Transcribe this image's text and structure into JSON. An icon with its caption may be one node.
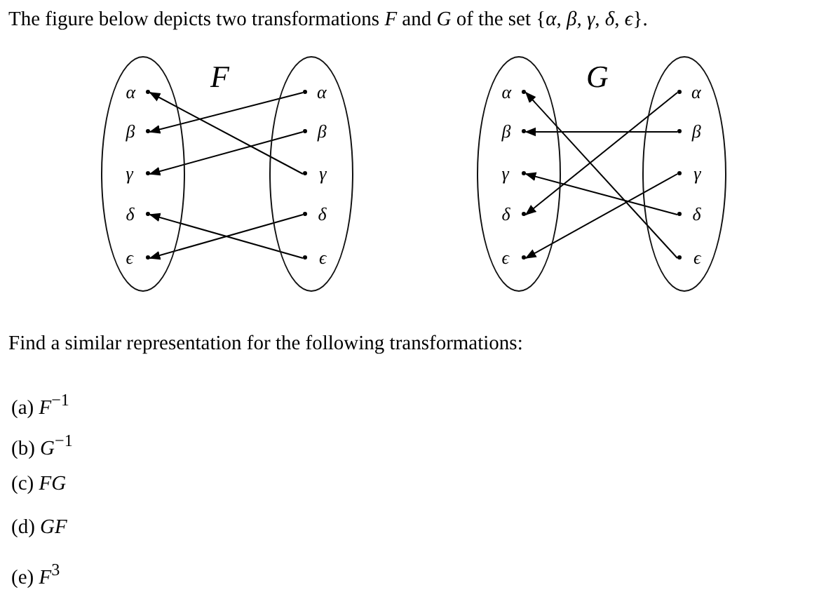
{
  "diagram": {
    "title": "The figure below depicts two transformations *F* and *G* of the set {*α*, *β*, *γ*, *δ*, *ϵ*}.",
    "nodes": [
      {
        "text": [],
        "shape": "ellipse"
      },
      {
        "text": [
          "α"
        ],
        "in": 0
      },
      {
        "text": [
          "β"
        ],
        "in": 0
      },
      {
        "text": [
          "γ"
        ],
        "in": 0
      },
      {
        "text": [
          "δ"
        ],
        "in": 0
      },
      {
        "text": [
          "ϵ"
        ],
        "in": 0
      },
      {
        "text": [],
        "shape": "ellipse"
      },
      {
        "text": [
          "α"
        ],
        "in": 6
      },
      {
        "text": [
          "β"
        ],
        "in": 6
      },
      {
        "text": [
          "γ"
        ],
        "in": 6
      },
      {
        "text": [
          "δ"
        ],
        "in": 6
      },
      {
        "text": [
          "ϵ"
        ],
        "in": 6
      },
      {
        "text": [],
        "shape": "ellipse"
      },
      {
        "text": [
          "α"
        ],
        "in": 12
      },
      {
        "text": [
          "β"
        ],
        "in": 12
      },
      {
        "text": [
          "γ"
        ],
        "in": 12
      },
      {
        "text": [
          "δ"
        ],
        "in": 12
      },
      {
        "text": [
          "ϵ"
        ],
        "in": 12
      },
      {
        "text": [],
        "shape": "ellipse"
      },
      {
        "text": [
          "α"
        ],
        "in": 18
      },
      {
        "text": [
          "β"
        ],
        "in": 18
      },
      {
        "text": [
          "γ"
        ],
        "in": 18
      },
      {
        "text": [
          "δ"
        ],
        "in": 18
      },
      {
        "text": [
          "ϵ"
        ],
        "in": 18
      }
    ],
    "edges": [
      {
        "from": 7,
        "to": 2,
        "arrow": "to"
      },
      {
        "from": 8,
        "to": 3,
        "arrow": "to"
      },
      {
        "from": 9,
        "to": 1,
        "arrow": "to"
      },
      {
        "from": 10,
        "to": 5,
        "arrow": "to"
      },
      {
        "from": 11,
        "to": 4,
        "arrow": "to"
      },
      {
        "from": 19,
        "to": 16,
        "arrow": "to"
      },
      {
        "from": 20,
        "to": 14,
        "arrow": "to"
      },
      {
        "from": 21,
        "to": 17,
        "arrow": "to"
      },
      {
        "from": 22,
        "to": 15,
        "arrow": "to"
      },
      {
        "from": 23,
        "to": 13,
        "arrow": "to"
      }
    ],
    "labels": [
      "F",
      "G",
      "Find a similar representation for the following transformations:",
      "(a) *F*$^{−1}$",
      "(b) *G*$^{−1}$",
      "(c) *FG*",
      "(d) *GF*",
      "(e) *F*$^{3}$"
    ]
  }
}
